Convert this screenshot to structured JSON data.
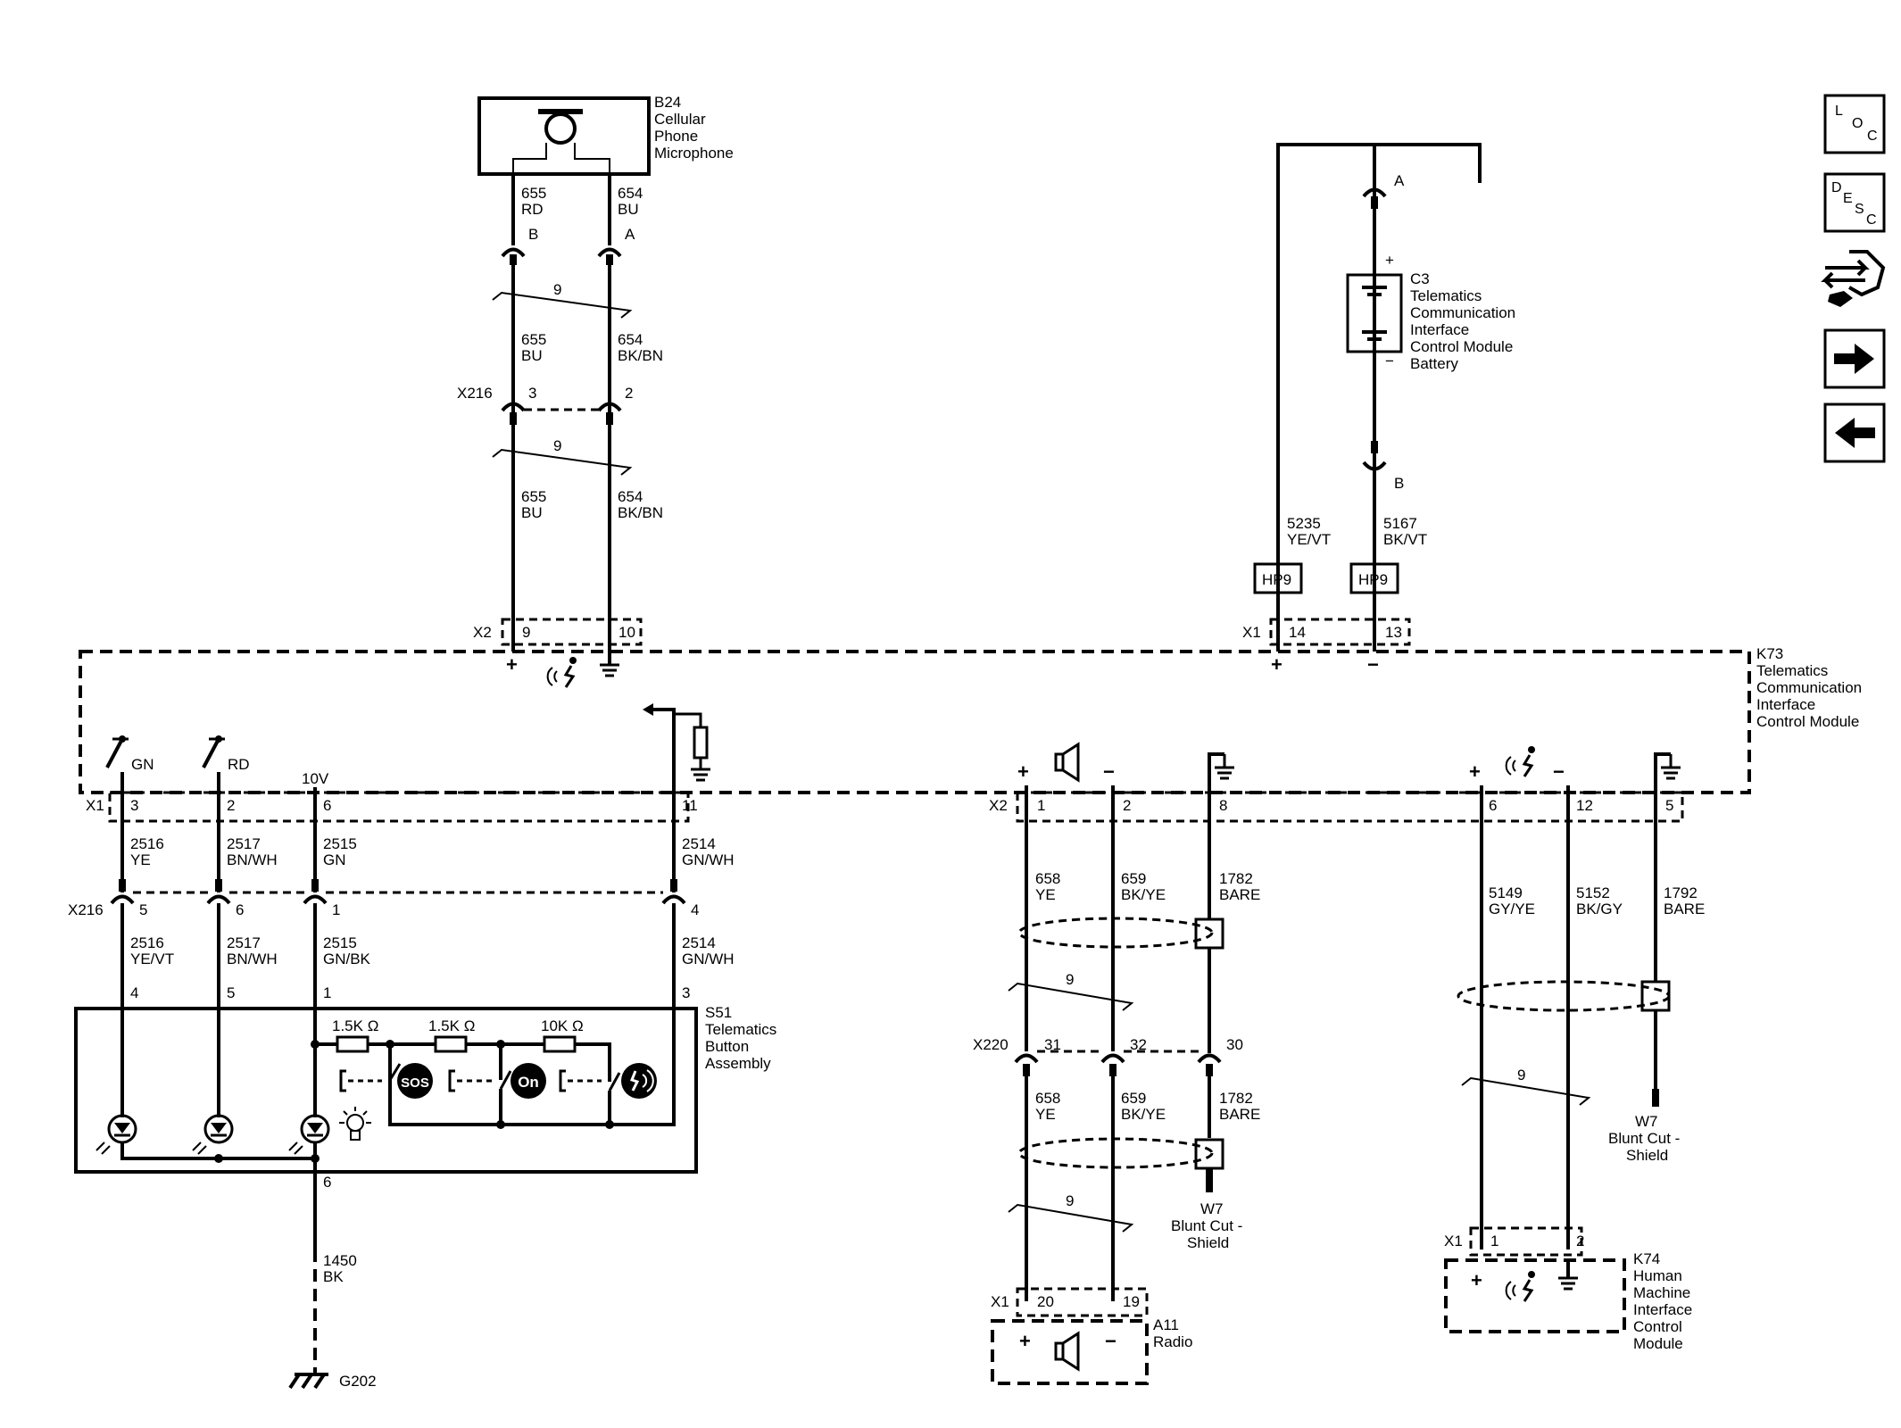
{
  "components": {
    "b24": [
      "B24",
      "Cellular",
      "Phone",
      "Microphone"
    ],
    "c3": [
      "C3",
      "Telematics",
      "Communication",
      "Interface",
      "Control Module",
      "Battery"
    ],
    "k73": [
      "K73",
      "Telematics",
      "Communication",
      "Interface",
      "Control Module"
    ],
    "s51": [
      "S51",
      "Telematics",
      "Button",
      "Assembly"
    ],
    "a11": [
      "A11",
      "Radio"
    ],
    "k74": [
      "K74",
      "Human",
      "Machine",
      "Interface",
      "Control",
      "Module"
    ],
    "w7a": [
      "W7",
      "Blunt Cut -",
      "Shield"
    ],
    "w7b": [
      "W7",
      "Blunt Cut -",
      "Shield"
    ],
    "g202": "G202"
  },
  "connectors": {
    "x216": "X216",
    "x2": "X2",
    "x1": "X1",
    "x220": "X220",
    "hp9": "HP9"
  },
  "pins": {
    "b24_b": "B",
    "b24_a": "A",
    "x216_3": "3",
    "x216_2": "2",
    "x2_9": "9",
    "x2_10": "10",
    "c3_a": "A",
    "c3_b": "B",
    "x1_14": "14",
    "x1_13": "13",
    "x1_3": "3",
    "x1_2": "2",
    "x1_6": "6",
    "x1_11": "11",
    "x216_5": "5",
    "x216_6": "6",
    "x216_1": "1",
    "x216_4": "4",
    "s51_4": "4",
    "s51_5": "5",
    "s51_1": "1",
    "s51_3": "3",
    "s51_6": "6",
    "x2_1": "1",
    "x2_2": "2",
    "x2_8": "8",
    "x2_6": "6",
    "x2_12": "12",
    "x2_5": "5",
    "x220_31": "31",
    "x220_32": "32",
    "x220_30": "30",
    "a11_20": "20",
    "a11_19": "19",
    "k74_1": "1",
    "k74_2": "2"
  },
  "wires": {
    "w655_rd": [
      "655",
      "RD"
    ],
    "w654_bu": [
      "654",
      "BU"
    ],
    "w655_bu_a": [
      "655",
      "BU"
    ],
    "w654_bkbn_a": [
      "654",
      "BK/BN"
    ],
    "w655_bu_b": [
      "655",
      "BU"
    ],
    "w654_bkbn_b": [
      "654",
      "BK/BN"
    ],
    "w5235": [
      "5235",
      "YE/VT"
    ],
    "w5167": [
      "5167",
      "BK/VT"
    ],
    "w2516_a": [
      "2516",
      "YE"
    ],
    "w2517_a": [
      "2517",
      "BN/WH"
    ],
    "w2515_a": [
      "2515",
      "GN"
    ],
    "w2514_a": [
      "2514",
      "GN/WH"
    ],
    "w2516_b": [
      "2516",
      "YE/VT"
    ],
    "w2517_b": [
      "2517",
      "BN/WH"
    ],
    "w2515_b": [
      "2515",
      "GN/BK"
    ],
    "w2514_b": [
      "2514",
      "GN/WH"
    ],
    "w1450": [
      "1450",
      "BK"
    ],
    "w658_a": [
      "658",
      "YE"
    ],
    "w659_a": [
      "659",
      "BK/YE"
    ],
    "w1782_a": [
      "1782",
      "BARE"
    ],
    "w658_b": [
      "658",
      "YE"
    ],
    "w659_b": [
      "659",
      "BK/YE"
    ],
    "w1782_b": [
      "1782",
      "BARE"
    ],
    "w5149": [
      "5149",
      "GY/YE"
    ],
    "w5152": [
      "5152",
      "BK/GY"
    ],
    "w1792": [
      "1792",
      "BARE"
    ]
  },
  "twist": "9",
  "switch_labels": {
    "gn": "GN",
    "rd": "RD",
    "v10": "10V"
  },
  "resistors": [
    "1.5K Ω",
    "1.5K Ω",
    "10K Ω"
  ],
  "buttons": {
    "sos": "SOS",
    "onstar": "On"
  },
  "polarity": {
    "plus": "+",
    "minus": "−"
  },
  "nav": {
    "loc": [
      "L",
      "O",
      "C"
    ],
    "desc": [
      "D",
      "E",
      "S",
      "C"
    ]
  }
}
